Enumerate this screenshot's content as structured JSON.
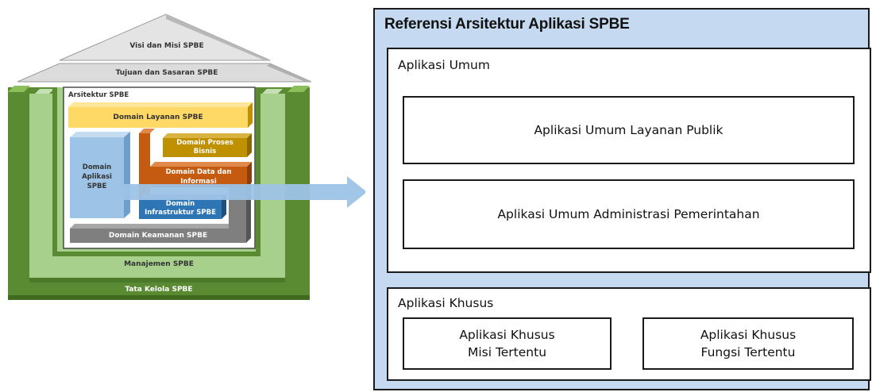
{
  "house": {
    "roof_top_label": "Visi dan Misi SPBE",
    "roof_bottom_label": "Tujuan dan Sasaran SPBE",
    "arsitektur_label": "Arsitektur SPBE",
    "domain_layanan": "Domain Layanan SPBE",
    "domain_proses": "Domain Proses\nBisnis",
    "domain_aplikasi": "Domain\nAplikasi\nSPBE",
    "domain_data": "Domain Data dan\nInformasi",
    "domain_infrastruktur": "Domain\nInfrastruktur SPBE",
    "domain_keamanan": "Domain Keamanan SPBE",
    "manajemen": "Manajemen SPBE",
    "tata_kelola": "Tata Kelola SPBE"
  },
  "referensi": {
    "title": "Referensi Arsitektur Aplikasi SPBE",
    "umum": {
      "title": "Aplikasi Umum",
      "items": [
        "Aplikasi Umum Layanan Publik",
        "Aplikasi Umum Administrasi Pemerintahan"
      ]
    },
    "khusus": {
      "title": "Aplikasi Khusus",
      "items": [
        "Aplikasi Khusus\nMisi Tertentu",
        "Aplikasi Khusus\nFungsi Tertentu"
      ]
    }
  },
  "colors": {
    "tata_kelola_green": "#5a8a32",
    "manajemen_green": "#a8d08d",
    "roof_gray": "#c9c9c9",
    "layanan_yellow": "#ffd966",
    "proses_gold": "#bf9000",
    "data_orange": "#c55a11",
    "infra_blue": "#2e75b6",
    "aplikasi_lightblue": "#9dc3e6",
    "keamanan_gray": "#7f7f7f",
    "panel_blue": "#c5daf0",
    "arrow_blue": "#9dc3e6"
  }
}
